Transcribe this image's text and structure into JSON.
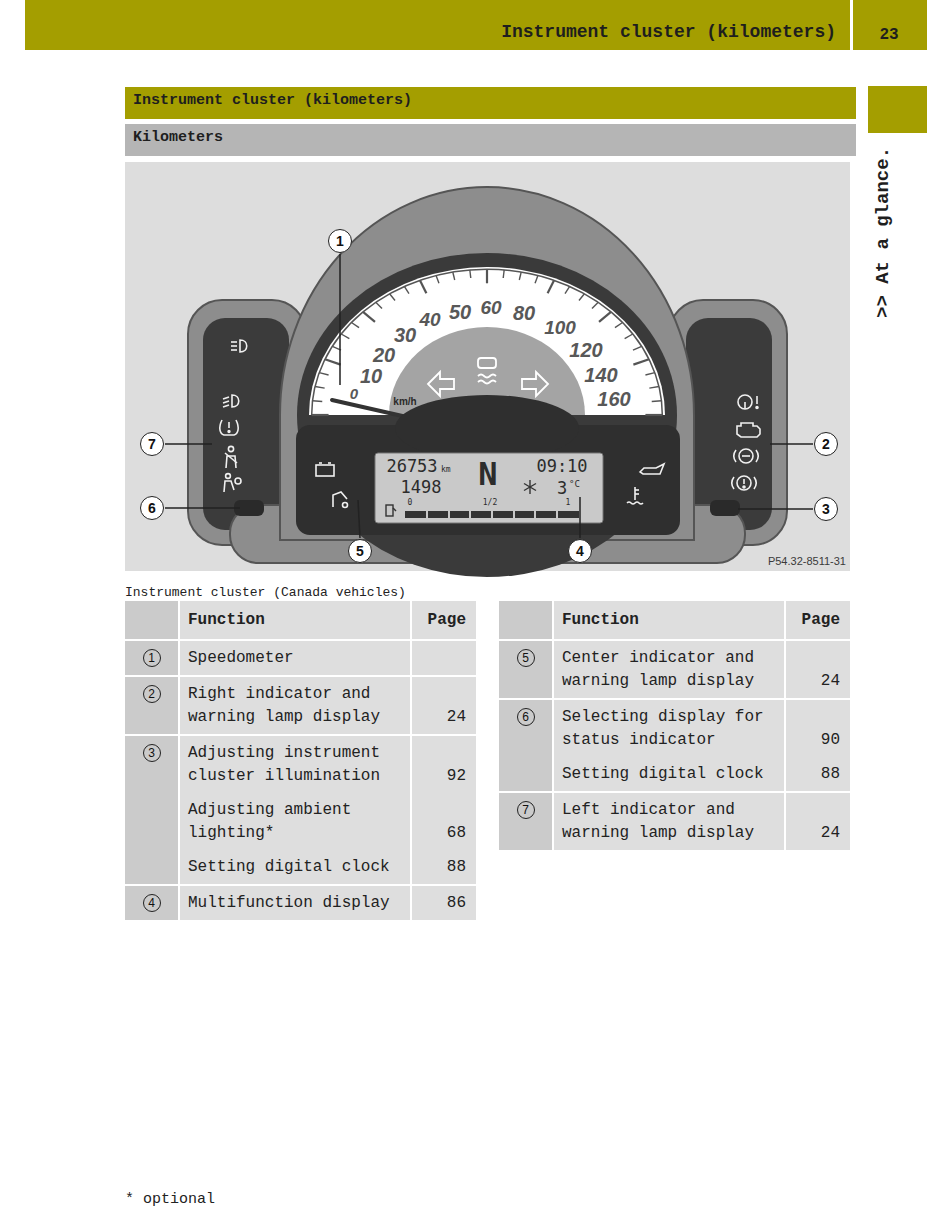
{
  "diagram": {
    "title": "Instrument cluster (kilometers)",
    "caption": "Instrument cluster (Canada vehicles)",
    "nodes": [
      {
        "text": [
          "Instrument cluster (kilometers)"
        ]
      },
      {
        "text": [
          "Kilometers"
        ]
      },
      {
        "text": [
          ">> At a glance."
        ]
      }
    ],
    "labels": [
      "23",
      "0",
      "10",
      "20",
      "30",
      "40",
      "50",
      "60",
      "80",
      "100",
      "120",
      "140",
      "160",
      "km/h",
      "26753",
      "km",
      "1498",
      "N",
      "09:10",
      "3",
      "°C",
      "0",
      "1/2",
      "1",
      "1",
      "2",
      "3",
      "4",
      "5",
      "6",
      "7",
      "P54.32-8511-31",
      "Function",
      "Page",
      "1",
      "Speedometer",
      "2",
      "Right indicator and warning lamp display",
      "24",
      "3",
      "Adjusting instrument cluster illumination",
      "92",
      "Adjusting ambient lighting*",
      "68",
      "Setting digital clock",
      "88",
      "4",
      "Multifunction display",
      "86",
      "Function",
      "Page",
      "5",
      "Center indicator and warning lamp display",
      "24",
      "6",
      "Selecting display for status indicator",
      "90",
      "Setting digital clock",
      "88",
      "7",
      "Left indicator and warning lamp display",
      "24",
      "* optional"
    ]
  }
}
